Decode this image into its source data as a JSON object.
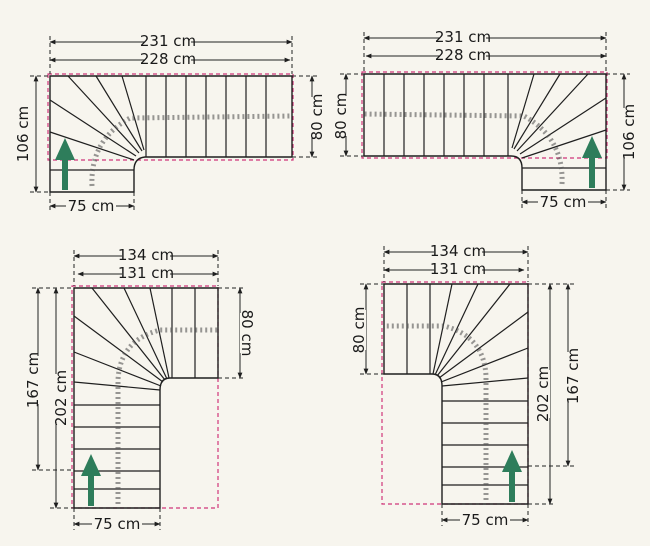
{
  "colors": {
    "line": "#1f1f1f",
    "dash": "#222222",
    "outline": "#d0367a",
    "arrow": "#2e7d5b",
    "background": "#f7f5ee"
  },
  "diagrams": [
    {
      "id": "top-left",
      "labels": {
        "outer_width": "231 cm",
        "inner_width": "228 cm",
        "height_total": "106 cm",
        "depth": "80 cm",
        "start_width": "75 cm"
      }
    },
    {
      "id": "top-right",
      "labels": {
        "outer_width": "231 cm",
        "inner_width": "228 cm",
        "height_total": "106 cm",
        "depth": "80 cm",
        "start_width": "75 cm"
      }
    },
    {
      "id": "bottom-left",
      "labels": {
        "outer_width": "134 cm",
        "inner_width": "131 cm",
        "outer_height": "202 cm",
        "inner_height": "167 cm",
        "depth": "80 cm",
        "start_width": "75 cm"
      }
    },
    {
      "id": "bottom-right",
      "labels": {
        "outer_width": "134 cm",
        "inner_width": "131 cm",
        "outer_height": "202 cm",
        "inner_height": "167 cm",
        "depth": "80 cm",
        "start_width": "75 cm"
      }
    }
  ]
}
